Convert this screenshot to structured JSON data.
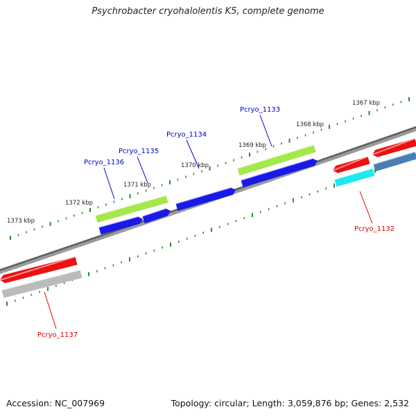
{
  "title": "Psychrobacter cryohalolentis K5, complete genome",
  "footer": {
    "accession": "Accession: NC_007969",
    "summary": "Topology: circular; Length: 3,059,876 bp; Genes: 2,532"
  },
  "scale": {
    "inner_ticks": [
      {
        "label": "1373 kbp"
      },
      {
        "label": "1372 kbp"
      },
      {
        "label": "1371 kbp"
      },
      {
        "label": "1370 kbp"
      },
      {
        "label": "1369 kbp"
      },
      {
        "label": "1368 kbp"
      },
      {
        "label": "1367 kbp"
      }
    ]
  },
  "colors": {
    "backbone": "#777777",
    "ticks": "#2e8b2e",
    "forward_label": "#0000cc",
    "reverse_label": "#dd0000",
    "red_feature": "#ee1111",
    "blue_feature": "#1a1ae6",
    "green_feature": "#a4e84a",
    "cyan_feature": "#1ee8f0",
    "steel_feature": "#4a7fb5",
    "gray_feature": "#bbbbbb"
  },
  "genes": [
    {
      "label": "Pcryo_1133",
      "strand": "forward"
    },
    {
      "label": "Pcryo_1134",
      "strand": "forward"
    },
    {
      "label": "Pcryo_1135",
      "strand": "forward"
    },
    {
      "label": "Pcryo_1136",
      "strand": "forward"
    },
    {
      "label": "Pcryo_1132",
      "strand": "reverse"
    },
    {
      "label": "Pcryo_1137",
      "strand": "reverse"
    }
  ]
}
